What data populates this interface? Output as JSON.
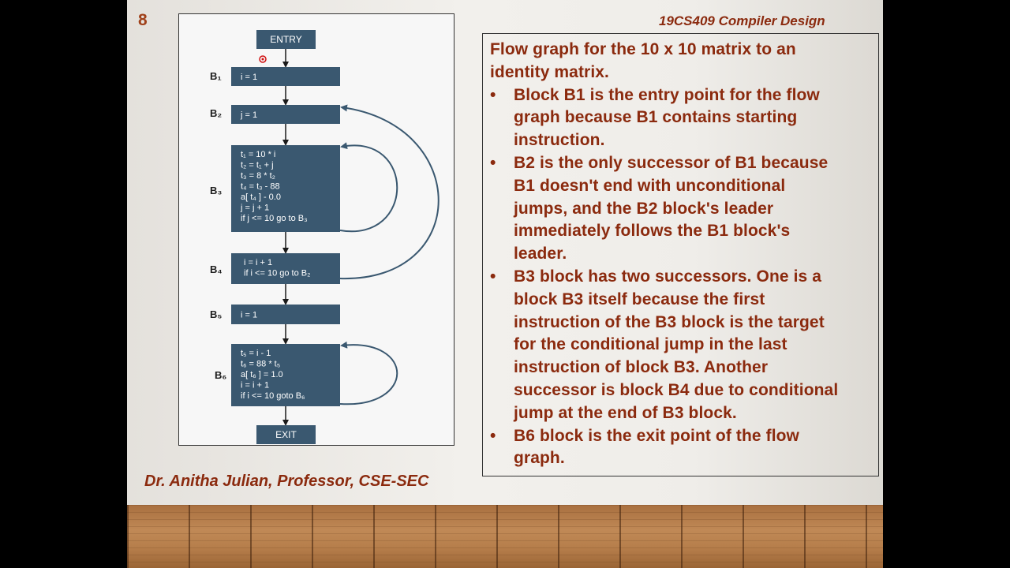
{
  "slide": {
    "number": "8",
    "course_title": "19CS409 Compiler Design",
    "footer_author": "Dr. Anitha Julian, Professor, CSE-SEC"
  },
  "diagram": {
    "entry_label": "ENTRY",
    "exit_label": "EXIT",
    "blocks": [
      {
        "label": "B₁",
        "lines": [
          "i = 1"
        ]
      },
      {
        "label": "B₂",
        "lines": [
          "j = 1"
        ]
      },
      {
        "label": "B₃",
        "lines": [
          "t₁ = 10 * i",
          "t₂ = t₁ + j",
          "t₃ = 8 * t₂",
          "t₄ = t₃ - 88",
          "a[ t₄ ] - 0.0",
          "j = j + 1",
          "if j <= 10 go to B₃"
        ]
      },
      {
        "label": "B₄",
        "lines": [
          "i = i + 1",
          "if i <= 10 go to B₂"
        ]
      },
      {
        "label": "B₅",
        "lines": [
          "i = 1"
        ]
      },
      {
        "label": "B₆",
        "lines": [
          "t₅ = i - 1",
          "t₆ = 88 * t₅",
          "a[ t₆ ] = 1.0",
          "i = i + 1",
          "if i <= 10 goto B₆"
        ]
      }
    ],
    "colors": {
      "block_fill": "#3a5870",
      "block_text": "#ffffff",
      "arrow": "#1a1a1a",
      "loop_edge": "#3a5870"
    }
  },
  "text_panel": {
    "heading_lines": [
      "Flow graph for the 10 x 10 matrix to an",
      "identity matrix."
    ],
    "bullet_glyph": "•",
    "bullets": [
      {
        "lines": [
          "Block B1 is the entry point for the flow",
          "graph because B1 contains starting",
          "instruction."
        ]
      },
      {
        "lines": [
          "B2 is the only successor of B1 because",
          "B1 doesn't end with unconditional",
          "jumps, and the B2 block's leader",
          "immediately follows the B1 block's",
          "leader."
        ]
      },
      {
        "lines": [
          "B3 block has two successors. One is a",
          "block B3 itself because the first",
          "instruction of the B3 block is the target",
          "for the conditional jump in the last",
          "instruction of block B3. Another",
          "successor is block B4 due to conditional",
          "jump at the end of B3 block."
        ]
      },
      {
        "lines": [
          "B6 block is the exit point of the flow",
          "graph."
        ]
      }
    ]
  },
  "theme": {
    "text_color": "#8b2a0e",
    "slide_number_color": "#a0411a"
  }
}
